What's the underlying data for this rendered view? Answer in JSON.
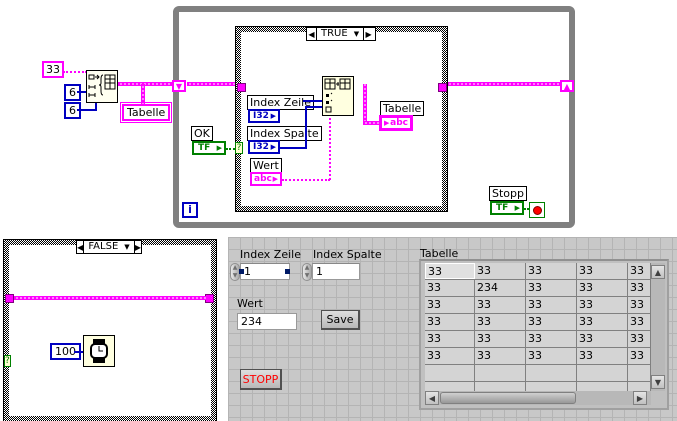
{
  "block_diagram": {
    "outside": {
      "string_constant": "33",
      "row_count_constant": "6",
      "col_count_constant": "6",
      "table_indicator_label": "Tabelle"
    },
    "while_loop": {
      "iteration_terminal": "i",
      "stop_label": "Stopp",
      "stop_terminal": "TF",
      "ok_label": "OK",
      "ok_terminal": "TF",
      "case_selector_char": "?",
      "case_true": {
        "selector_value": "TRUE",
        "index_row_label": "Index Zeile",
        "index_row_terminal": "I32",
        "index_col_label": "Index Spalte",
        "index_col_terminal": "I32",
        "value_label": "Wert",
        "value_terminal": "abc",
        "table_label": "Tabelle",
        "table_terminal": "abc"
      }
    },
    "case_false": {
      "selector_value": "FALSE",
      "wait_constant": "100",
      "selector_char": "?"
    }
  },
  "front_panel": {
    "index_row": {
      "label": "Index Zeile",
      "value": "1"
    },
    "index_col": {
      "label": "Index Spalte",
      "value": "1"
    },
    "value": {
      "label": "Wert",
      "value": "234"
    },
    "save_button": "Save",
    "stop_button": "STOPP",
    "table": {
      "label": "Tabelle",
      "rows": [
        [
          "33",
          "33",
          "33",
          "33",
          "33"
        ],
        [
          "33",
          "234",
          "33",
          "33",
          "33"
        ],
        [
          "33",
          "33",
          "33",
          "33",
          "33"
        ],
        [
          "33",
          "33",
          "33",
          "33",
          "33"
        ],
        [
          "33",
          "33",
          "33",
          "33",
          "33"
        ],
        [
          "33",
          "33",
          "33",
          "33",
          "33"
        ],
        [
          "",
          "",
          "",
          "",
          ""
        ],
        [
          "",
          "",
          "",
          "",
          ""
        ]
      ]
    }
  },
  "colors": {
    "string_wire": "#ff00ff",
    "numeric_wire": "#0000c0",
    "boolean_wire": "#008000",
    "stop_text": "#ff0000",
    "loop_border": "#808080"
  }
}
